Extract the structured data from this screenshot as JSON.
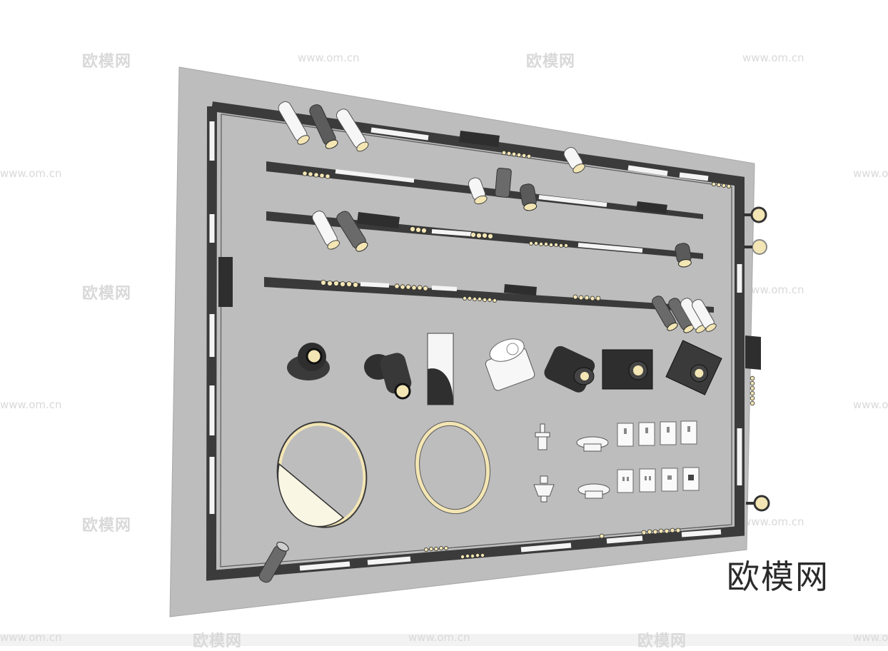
{
  "watermark": {
    "text_cn": "欧模网",
    "text_url": "www.om.cn"
  },
  "brand": {
    "text": "欧模网"
  },
  "colors": {
    "background": "#ffffff",
    "board": "#bdbdbd",
    "track_dark": "#3d3d3d",
    "track_light": "#f5f5f5",
    "led_warm": "#f3e6b4",
    "fixture_white": "#f4f4f4",
    "fixture_dark": "#383838"
  },
  "icons": [
    "track-light-board",
    "track-rail",
    "spotlight",
    "surface-downlight",
    "ring-pendant",
    "wall-switch",
    "power-connector"
  ]
}
